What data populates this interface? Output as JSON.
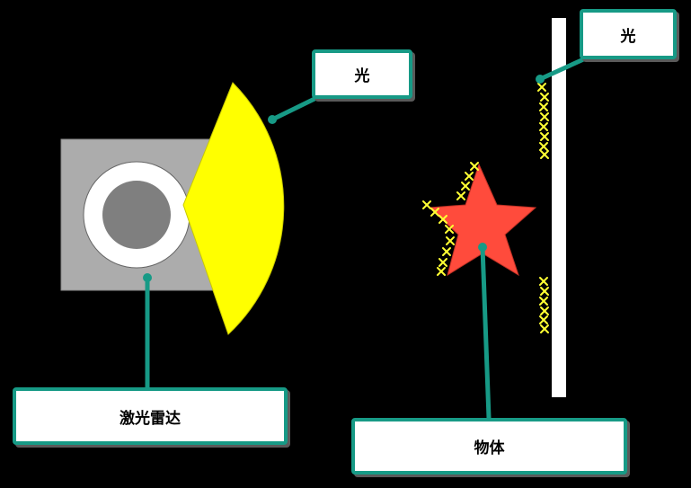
{
  "labels": {
    "light_1": "光",
    "light_2": "光",
    "lidar": "激光雷达",
    "object": "物体"
  },
  "colors": {
    "background": "#000000",
    "callout_border": "#179a86",
    "callout_fill": "#ffffff",
    "lidar_housing": "#acacac",
    "lidar_ring": "#ffffff",
    "lidar_lens": "#7f7f7f",
    "light_beam": "#ffff00",
    "object_star": "#ff4b3c",
    "wall": "#ffffff",
    "sparkle": "#ffff33"
  },
  "icons": {
    "light_beam": "light-beam-sector",
    "object": "star-shape",
    "sparkle": "x-sparkle-icon",
    "wall": "wall-bar"
  }
}
